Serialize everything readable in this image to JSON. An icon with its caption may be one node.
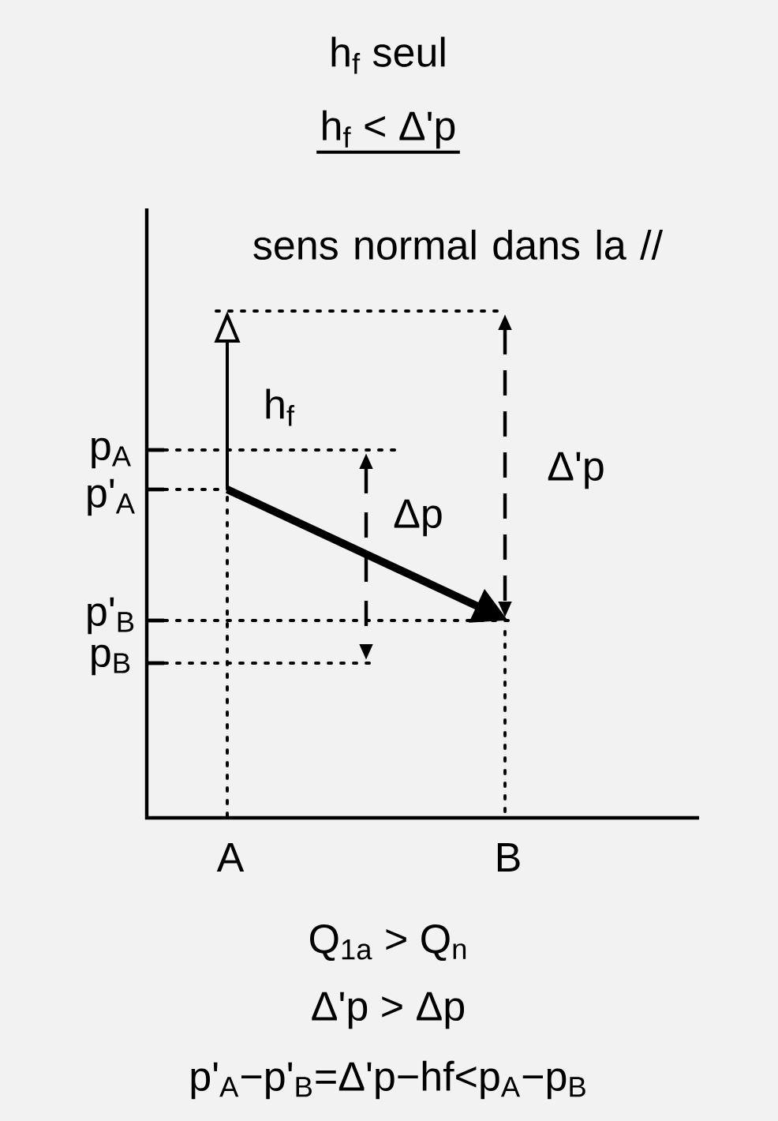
{
  "diagram": {
    "title": "h$_{f}$ seul",
    "labels": [
      "h$_{f}$ < Δ'p",
      "sens normal dans la //",
      "p$_{A}$",
      "p'$_{A}$",
      "p'$_{B}$",
      "p$_{B}$",
      "h$_{f}$",
      "Δp",
      "Δ'p",
      "A",
      "B",
      "Q$_{1a}$ > Q$_{n}$",
      "Δ'p > Δp",
      "p'$_{A}$−p'$_{B}$=Δ'p−hf<p$_{A}$−p$_{B}$"
    ]
  }
}
